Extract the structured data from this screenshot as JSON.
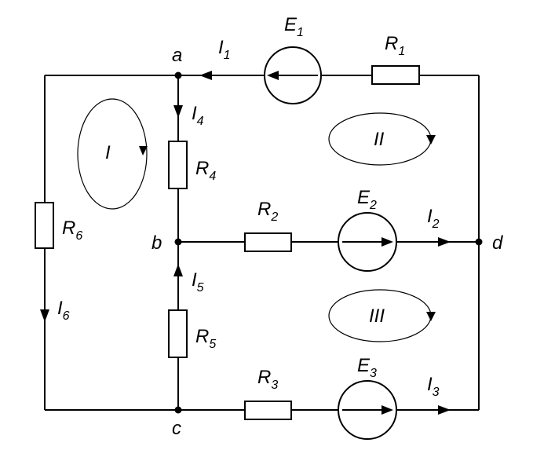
{
  "nodes": {
    "a": "a",
    "b": "b",
    "c": "c",
    "d": "d"
  },
  "resistors": {
    "R1": {
      "letter": "R",
      "sub": "1"
    },
    "R2": {
      "letter": "R",
      "sub": "2"
    },
    "R3": {
      "letter": "R",
      "sub": "3"
    },
    "R4": {
      "letter": "R",
      "sub": "4"
    },
    "R5": {
      "letter": "R",
      "sub": "5"
    },
    "R6": {
      "letter": "R",
      "sub": "6"
    }
  },
  "sources": {
    "E1": {
      "letter": "E",
      "sub": "1"
    },
    "E2": {
      "letter": "E",
      "sub": "2"
    },
    "E3": {
      "letter": "E",
      "sub": "3"
    }
  },
  "currents": {
    "I1": {
      "letter": "I",
      "sub": "1"
    },
    "I2": {
      "letter": "I",
      "sub": "2"
    },
    "I3": {
      "letter": "I",
      "sub": "3"
    },
    "I4": {
      "letter": "I",
      "sub": "4"
    },
    "I5": {
      "letter": "I",
      "sub": "5"
    },
    "I6": {
      "letter": "I",
      "sub": "6"
    }
  },
  "loops": {
    "I": "I",
    "II": "II",
    "III": "III"
  }
}
